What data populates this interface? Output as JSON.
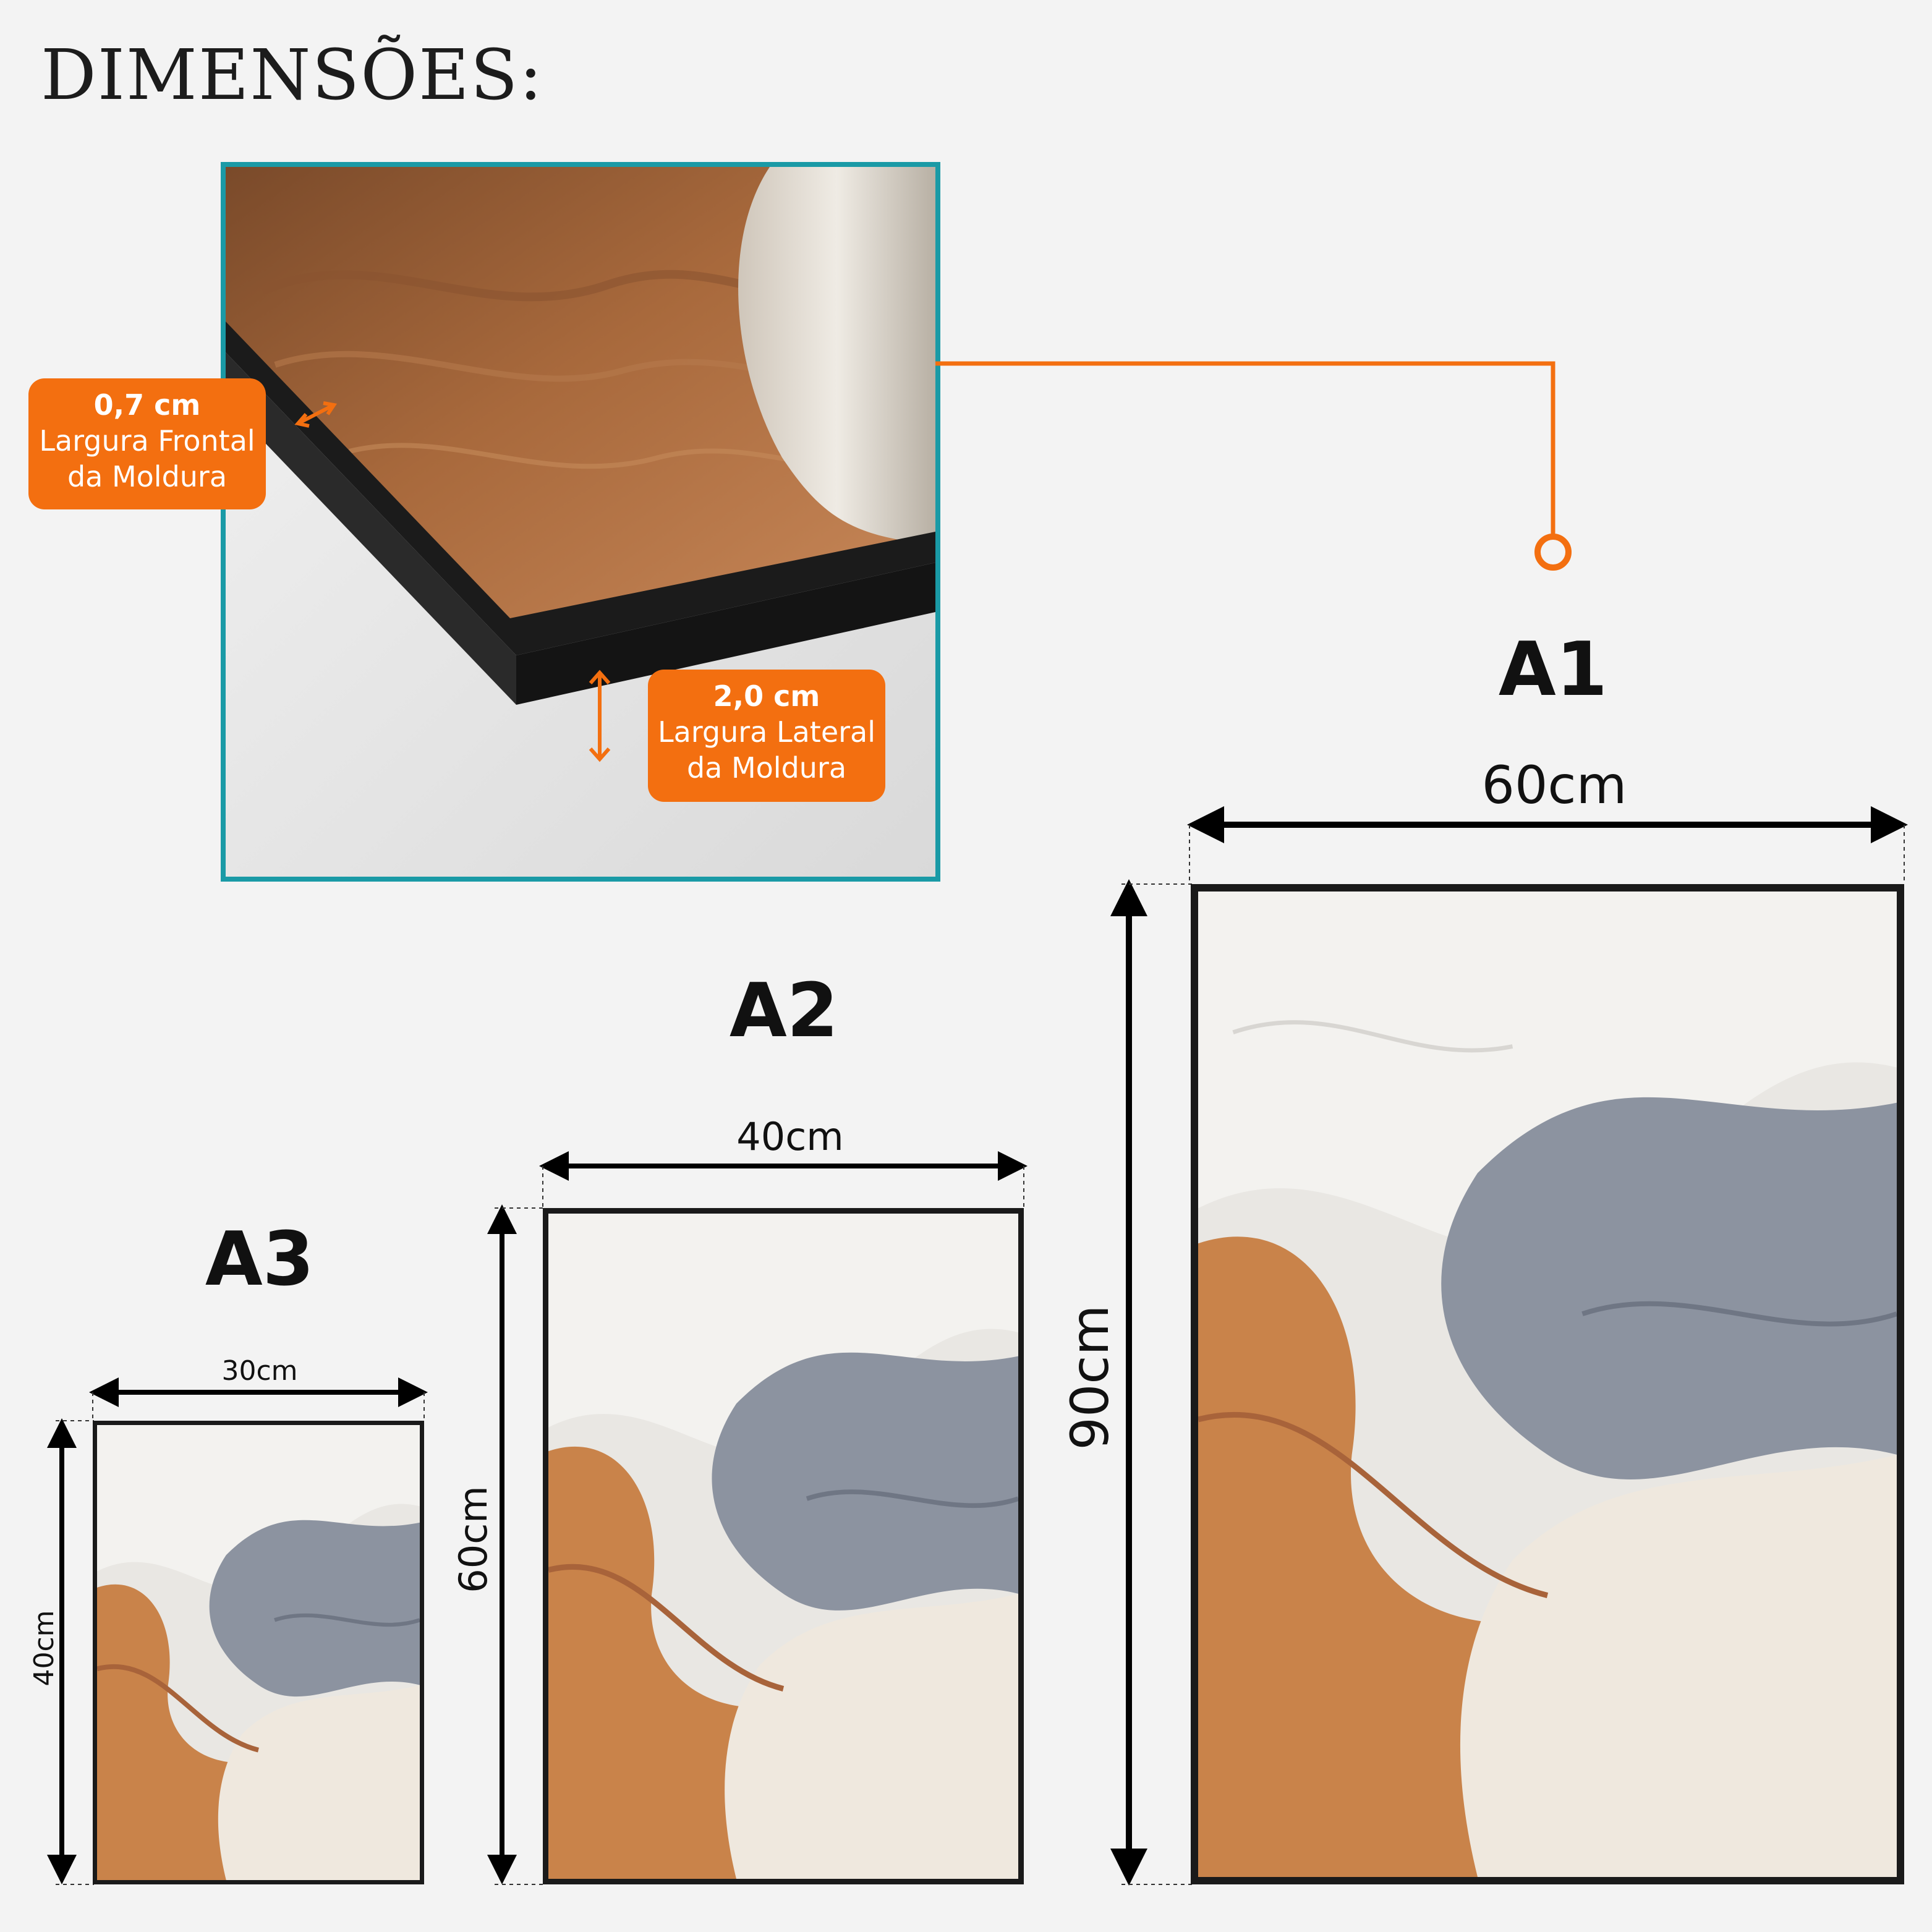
{
  "title": "DIMENSÕES:",
  "frame_detail": {
    "front_width": {
      "value": "0,7 cm",
      "line1": "Largura Frontal",
      "line2": "da Moldura"
    },
    "side_width": {
      "value": "2,0 cm",
      "line1": "Largura Lateral",
      "line2": "da Moldura"
    },
    "colors": {
      "border": "#1a9aa6",
      "accent": "#f36f10",
      "frame": "#1a1a1a"
    }
  },
  "sizes": [
    {
      "name": "A3",
      "width": "30cm",
      "height": "40cm"
    },
    {
      "name": "A2",
      "width": "40cm",
      "height": "60cm"
    },
    {
      "name": "A1",
      "width": "60cm",
      "height": "90cm"
    }
  ]
}
